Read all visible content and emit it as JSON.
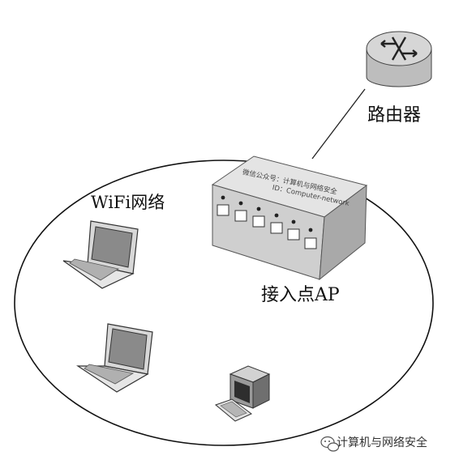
{
  "diagram": {
    "labels": {
      "wifi": "WiFi网络",
      "router": "路由器",
      "access_point": "接入点AP"
    },
    "device_print": {
      "line1": "微信公众号：计算机与网络安全",
      "line2": "ID：Computer-network"
    },
    "watermark": {
      "icon": "wechat-icon",
      "text": "计算机与网络安全"
    }
  }
}
